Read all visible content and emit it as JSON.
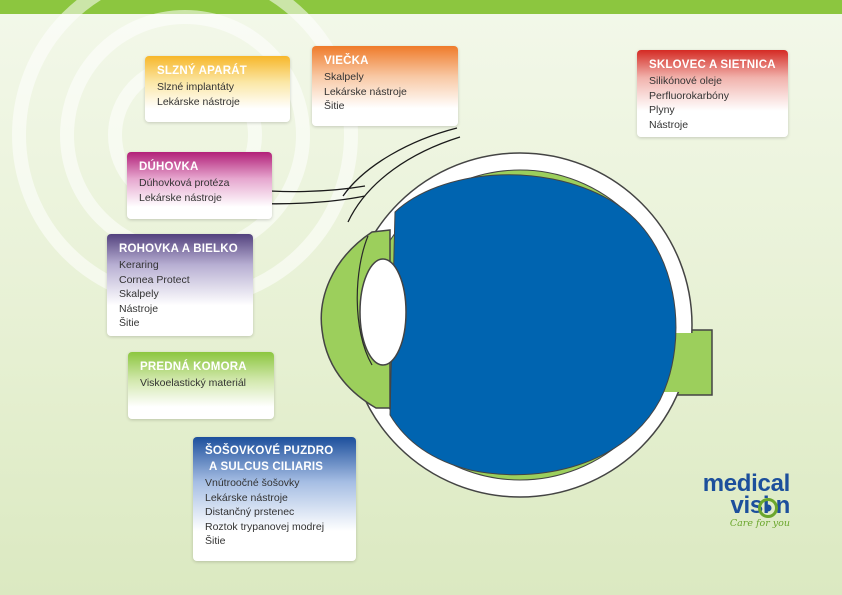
{
  "colors": {
    "top_bar": "#8cc63f",
    "sclera_green": "#9ccf5c",
    "vitreous_blue": "#0064b0",
    "eye_outline": "#444444",
    "brand_blue": "#1c4f9c",
    "brand_green": "#6aa62c"
  },
  "boxes": {
    "slzny": {
      "title": "SLZNÝ APARÁT",
      "items": [
        "Slzné implantáty",
        "Lekárske nástroje"
      ],
      "color": "#f7b72a"
    },
    "viecka": {
      "title": "VIEČKA",
      "items": [
        "Skalpely",
        "Lekárske nástroje",
        "Šitie"
      ],
      "color": "#ef7b2a"
    },
    "sklovec": {
      "title": "SKLOVEC a SIETNICA",
      "items": [
        "Silikónové oleje",
        "Perfluorokarbóny",
        "Plyny",
        "Nástroje"
      ],
      "color": "#d42a23"
    },
    "duhovka": {
      "title": "DÚHOVKA",
      "items": [
        "Dúhovková protéza",
        "Lekárske nástroje"
      ],
      "color": "#b21f78"
    },
    "rohovka": {
      "title": "ROHOVKA a BIELKO",
      "items": [
        "Keraring",
        "Cornea Protect",
        "Skalpely",
        "Nástroje",
        "Šitie"
      ],
      "color": "#53427e"
    },
    "predna": {
      "title": "PREDNÁ KOMORA",
      "items": [
        "Viskoelastický materiál"
      ],
      "color": "#8cc63f"
    },
    "sosovka": {
      "title_line1": "ŠOŠOVKOVÉ PUZDRO",
      "title_line2": "a SULCUS CILIARIS",
      "items": [
        "Vnútroočné šošovky",
        "Lekárske nástroje",
        "Distančný prstenec",
        "Roztok trypanovej modrej",
        "Šitie"
      ],
      "color": "#1c4f9c"
    }
  },
  "logo": {
    "line1": "medical",
    "line2": "visi n",
    "slogan": "Care for you"
  }
}
